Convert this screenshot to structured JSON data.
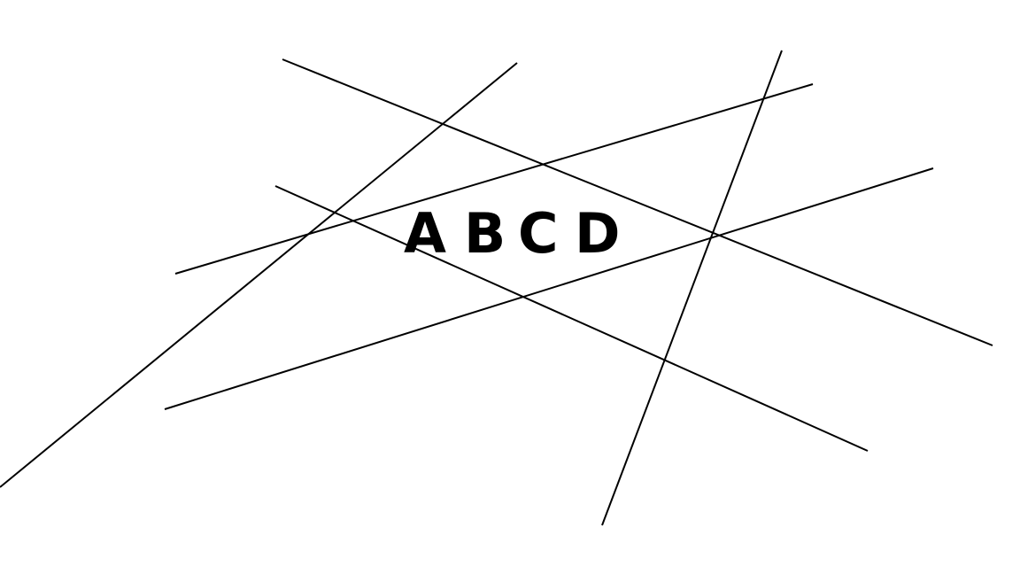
{
  "labels": {
    "a": "A",
    "b": "B",
    "c": "C",
    "d": "D"
  },
  "colors": {
    "background": "#ffffff",
    "stroke": "#000000",
    "text": "#000000"
  }
}
